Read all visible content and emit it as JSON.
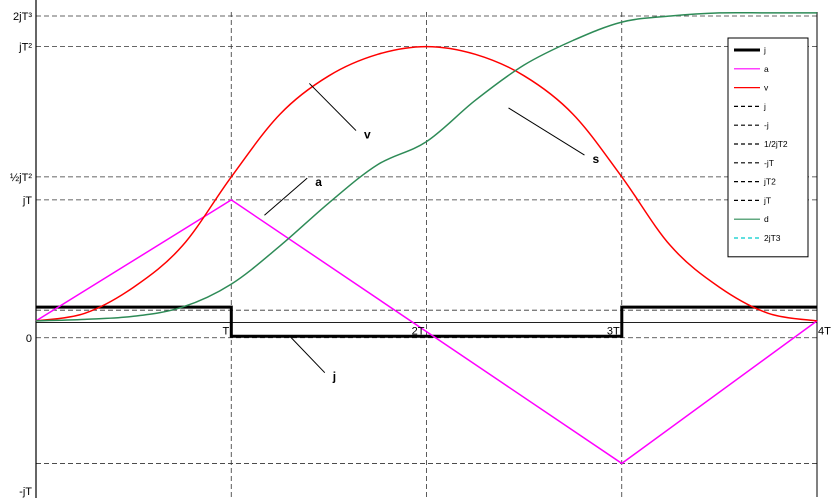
{
  "chart_data": {
    "type": "line",
    "title": "",
    "xlabel": "",
    "ylabel": "",
    "xlim": [
      0,
      4
    ],
    "ylim": [
      -1.1,
      2.0
    ],
    "grid": "dashed reference lines",
    "legend_position": "top-right",
    "x_ticks": [
      {
        "value": 1,
        "label": "T"
      },
      {
        "value": 2,
        "label": "2T"
      },
      {
        "value": 3,
        "label": "3T"
      },
      {
        "value": 4,
        "label": "4T"
      }
    ],
    "y_ticks": [
      {
        "value": 2,
        "label": "2jT³"
      },
      {
        "value": 1.8,
        "label": "jT²"
      },
      {
        "value": 0.95,
        "label": "½jT²"
      },
      {
        "value": 0.8,
        "label": "jT"
      },
      {
        "value": -0.1,
        "label": "0"
      },
      {
        "value": -1.1,
        "label": "-jT"
      }
    ],
    "reference_lines_y": [
      0.08,
      -0.1,
      -0.92,
      0.8,
      0.95,
      1.8,
      2.0
    ],
    "vertical_lines_x": [
      1,
      2,
      3
    ],
    "series": [
      {
        "name": "j",
        "color": "#000000",
        "style": "thick",
        "x": [
          0,
          1,
          1,
          3,
          3,
          4
        ],
        "y": [
          0.1,
          0.1,
          -0.09,
          -0.09,
          0.1,
          0.1
        ]
      },
      {
        "name": "a",
        "color": "#ff00ff",
        "style": "solid",
        "x": [
          0,
          1,
          3,
          4
        ],
        "y": [
          0.01,
          0.8,
          -0.92,
          0.01
        ]
      },
      {
        "name": "v",
        "color": "#ff0000",
        "style": "solid",
        "x": [
          0,
          0.25,
          0.5,
          0.75,
          1,
          1.25,
          1.5,
          1.75,
          2,
          2.25,
          2.5,
          2.75,
          3,
          3.25,
          3.5,
          3.75,
          4
        ],
        "y": [
          0.01,
          0.06,
          0.23,
          0.5,
          0.95,
          1.36,
          1.61,
          1.75,
          1.8,
          1.75,
          1.61,
          1.36,
          0.95,
          0.5,
          0.23,
          0.06,
          0.01
        ]
      },
      {
        "name": "d",
        "color": "#2e8b57",
        "style": "solid",
        "x": [
          0,
          0.25,
          0.5,
          0.75,
          1,
          1.25,
          1.5,
          1.75,
          2,
          2.25,
          2.5,
          2.75,
          3,
          3.25,
          3.5,
          3.75,
          4
        ],
        "y": [
          0.01,
          0.02,
          0.04,
          0.1,
          0.25,
          0.5,
          0.78,
          1.03,
          1.18,
          1.45,
          1.68,
          1.84,
          1.96,
          2.0,
          2.02,
          2.02,
          2.02
        ]
      }
    ],
    "annotations": [
      {
        "text": "v",
        "x": 1.68,
        "y": 1.2
      },
      {
        "text": "s",
        "x": 2.85,
        "y": 1.04
      },
      {
        "text": "a",
        "x": 1.43,
        "y": 0.89
      },
      {
        "text": "j",
        "x": 1.52,
        "y": -0.38
      }
    ],
    "legend": [
      {
        "label": "j",
        "color": "#000000",
        "style": "thick"
      },
      {
        "label": "a",
        "color": "#ff00ff",
        "style": "solid"
      },
      {
        "label": "v",
        "color": "#ff0000",
        "style": "solid"
      },
      {
        "label": "j",
        "color": "#000000",
        "style": "dashed"
      },
      {
        "label": "-j",
        "color": "#000000",
        "style": "dashed"
      },
      {
        "label": "1/2jT2",
        "color": "#000000",
        "style": "dashed"
      },
      {
        "label": "-jT",
        "color": "#000000",
        "style": "dashed"
      },
      {
        "label": "jT2",
        "color": "#000000",
        "style": "dashed"
      },
      {
        "label": "jT",
        "color": "#000000",
        "style": "dashed"
      },
      {
        "label": "d",
        "color": "#2e8b57",
        "style": "solid"
      },
      {
        "label": "2jT3",
        "color": "#00cccc",
        "style": "dashed"
      }
    ]
  }
}
